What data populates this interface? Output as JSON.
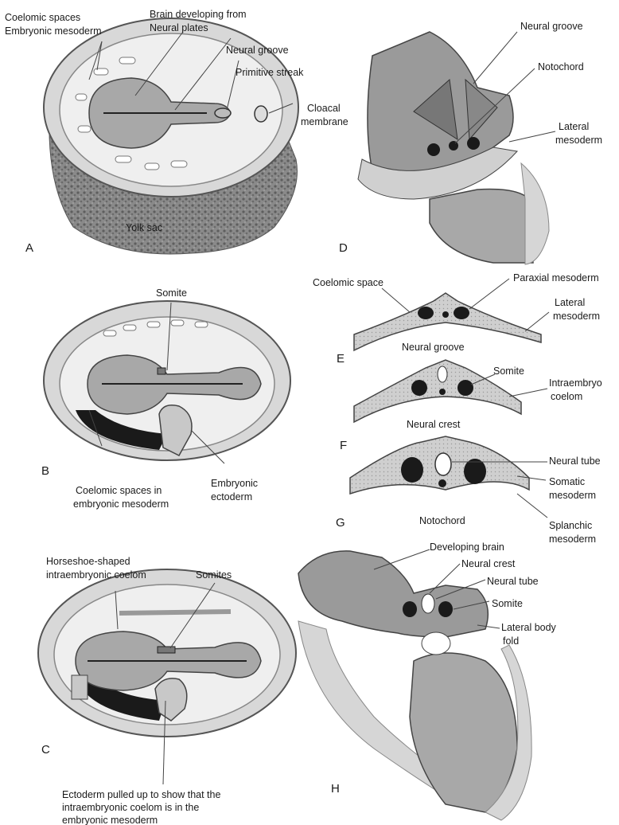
{
  "panels": {
    "A": {
      "letter": "A",
      "labels": {
        "coelomic_spaces": "Coelomic spaces",
        "embryonic_mesoderm": "Embryonic mesoderm",
        "brain_developing_1": "Brain developing from",
        "brain_developing_2": "Neural plates",
        "neural_groove": "Neural groove",
        "primitive_streak": "Primitive streak",
        "cloacal_1": "Cloacal",
        "cloacal_2": "membrane",
        "yolk_sac": "Yolk sac"
      }
    },
    "B": {
      "letter": "B",
      "labels": {
        "somite": "Somite",
        "coelomic_1": "Coelomic spaces in",
        "coelomic_2": "embryonic mesoderm",
        "ecto_1": "Embryonic",
        "ecto_2": "ectoderm"
      }
    },
    "C": {
      "letter": "C",
      "labels": {
        "horseshoe_1": "Horseshoe-shaped",
        "horseshoe_2": "intraembryonic coelom",
        "somites": "Somites",
        "pulled_1": "Ectoderm pulled up to show that the",
        "pulled_2": "intraembryonic coelom is in the",
        "pulled_3": "embryonic mesoderm"
      }
    },
    "D": {
      "letter": "D",
      "labels": {
        "neural_groove": "Neural groove",
        "notochord": "Notochord",
        "lateral_1": "Lateral",
        "lateral_2": "mesoderm"
      }
    },
    "E": {
      "letter": "E",
      "labels": {
        "coelomic_space": "Coelomic space",
        "paraxial": "Paraxial mesoderm",
        "lateral_1": "Lateral",
        "lateral_2": "mesoderm",
        "neural_groove": "Neural groove"
      }
    },
    "F": {
      "letter": "F",
      "labels": {
        "somite": "Somite",
        "intra_1": "Intraembryo",
        "intra_2": "coelom",
        "neural_crest": "Neural crest"
      }
    },
    "G": {
      "letter": "G",
      "labels": {
        "neural_tube": "Neural tube",
        "somatic_1": "Somatic",
        "somatic_2": "mesoderm",
        "notochord": "Notochord",
        "splanchic_1": "Splanchic",
        "splanchic_2": "mesoderm"
      }
    },
    "H": {
      "letter": "H",
      "labels": {
        "developing_brain": "Developing brain",
        "neural_crest": "Neural crest",
        "neural_tube": "Neural tube",
        "somite": "Somite",
        "lateral_1": "Lateral body",
        "lateral_2": "fold"
      }
    }
  }
}
